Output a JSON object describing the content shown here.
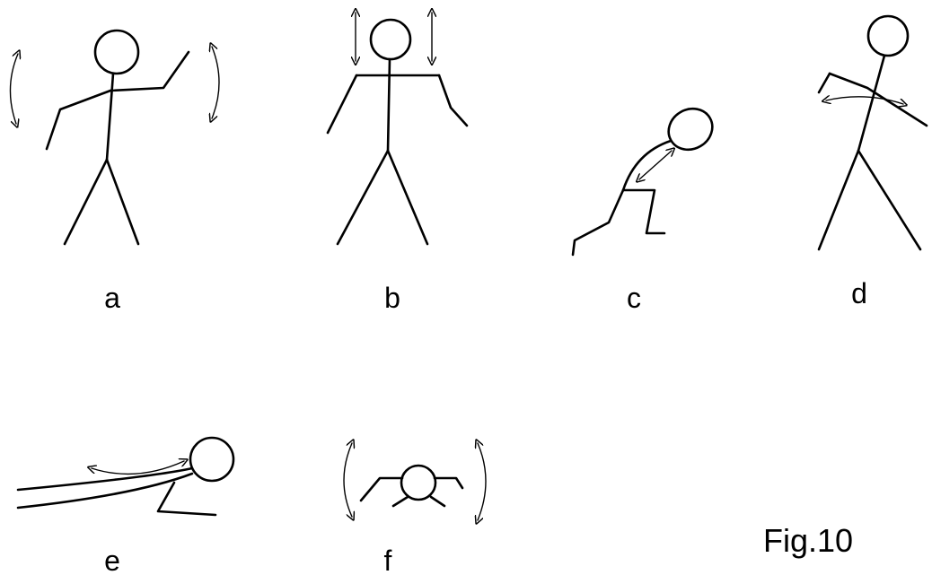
{
  "panels": [
    {
      "label": "a"
    },
    {
      "label": "b"
    },
    {
      "label": "c"
    },
    {
      "label": "d"
    },
    {
      "label": "e"
    },
    {
      "label": "f"
    }
  ],
  "figure_label": "Fig.10"
}
